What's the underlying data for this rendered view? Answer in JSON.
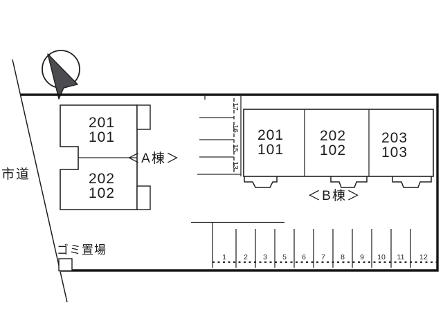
{
  "road_label": "市道",
  "garbage_label": "ゴミ置場",
  "compass": {
    "icon": "north-arrow"
  },
  "building_a": {
    "label": "＜A棟＞",
    "units": [
      {
        "upper": "201",
        "lower": "101"
      },
      {
        "upper": "202",
        "lower": "102"
      }
    ]
  },
  "building_b": {
    "label": "＜B棟＞",
    "units": [
      {
        "upper": "201",
        "lower": "101"
      },
      {
        "upper": "202",
        "lower": "102"
      },
      {
        "upper": "203",
        "lower": "103"
      }
    ]
  },
  "parking": {
    "side_spaces": [
      "17",
      "16",
      "15",
      "13"
    ],
    "bottom_spaces": [
      "1",
      "2",
      "3",
      "5",
      "6",
      "7",
      "8",
      "9",
      "10",
      "11",
      "12"
    ]
  },
  "colors": {
    "line": "#1f1f1f",
    "background": "#ffffff"
  }
}
